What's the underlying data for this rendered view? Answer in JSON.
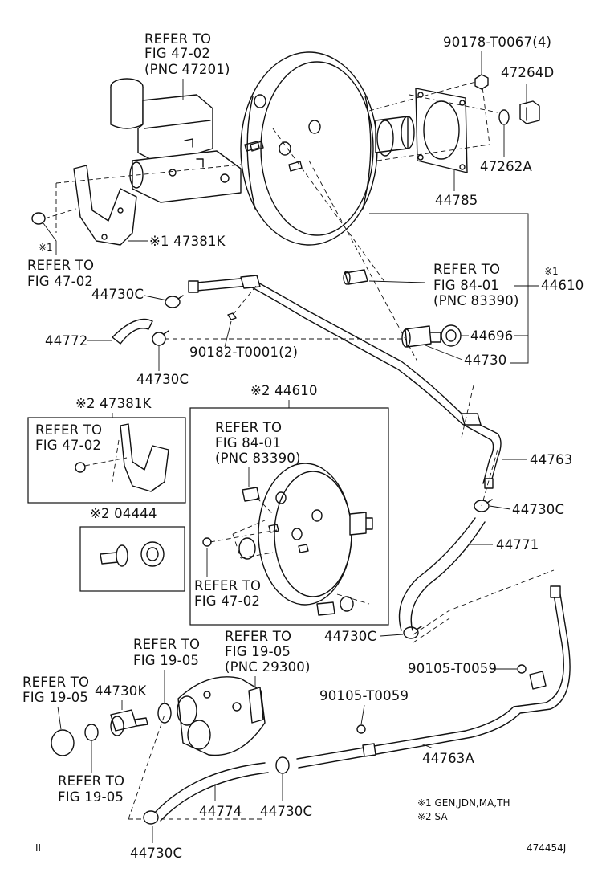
{
  "labels": {
    "refer_47_02_top_1": "REFER TO",
    "refer_47_02_top_2": "FIG 47-02",
    "refer_47_02_top_3": "(PNC 47201)",
    "p90178": "90178-T0067(4)",
    "p47264d": "47264D",
    "p47262a": "47262A",
    "p44785": "44785",
    "note1_a": "※1",
    "refer_47_02_left_1": "REFER TO",
    "refer_47_02_left_2": "FIG 47-02",
    "p47381k_1": "※1 47381K",
    "p44730c_a": "44730C",
    "refer_84_01_1": "REFER TO",
    "refer_84_01_2": "FIG 84-01",
    "refer_84_01_3": "(PNC 83390)",
    "note1_b": "※1",
    "p44610_1": "44610",
    "p44772": "44772",
    "p90182": "90182-T0001(2)",
    "p44696": "44696",
    "p44730": "44730",
    "p44730c_b": "44730C",
    "p47381k_2": "※2 47381K",
    "p44610_2": "※2 44610",
    "box1_refer_1": "REFER TO",
    "box1_refer_2": "FIG 47-02",
    "box2_refer_1": "REFER TO",
    "box2_refer_2": "FIG 84-01",
    "box2_refer_3": "(PNC 83390)",
    "box2_refer_4": "REFER TO",
    "box2_refer_5": "FIG 47-02",
    "p44763": "44763",
    "p44730c_c": "44730C",
    "p04444": "※2 04444",
    "p44771": "44771",
    "p44730c_d": "44730C",
    "refer_19_05_a1": "REFER TO",
    "refer_19_05_a2": "FIG 19-05",
    "refer_19_05_b1": "REFER TO",
    "refer_19_05_b2": "FIG 19-05",
    "refer_19_05_b3": "(PNC 29300)",
    "p90105_a": "90105-T0059",
    "refer_19_05_c1": "REFER TO",
    "refer_19_05_c2": "FIG 19-05",
    "p44730k": "44730K",
    "p90105_b": "90105-T0059",
    "p44763a": "44763A",
    "refer_19_05_d1": "REFER TO",
    "refer_19_05_d2": "FIG 19-05",
    "p44774": "44774",
    "p44730c_e": "44730C",
    "p44730c_f": "44730C",
    "legend_1": "※1 GEN,JDN,MA,TH",
    "legend_2": "※2 SA",
    "corner_mark": "II",
    "figure_id": "474454J"
  }
}
